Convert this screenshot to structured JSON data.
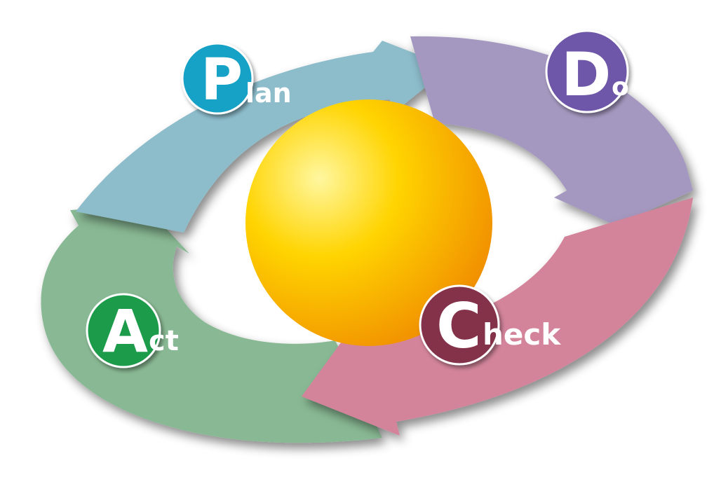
{
  "diagram": {
    "stages": [
      {
        "key": "plan",
        "initial": "P",
        "rest": "lan",
        "arrow_color": "#8dbccb",
        "badge_color": "#18a2c6"
      },
      {
        "key": "do",
        "initial": "D",
        "rest": "o",
        "arrow_color": "#a598c0",
        "badge_color": "#6e56a8"
      },
      {
        "key": "check",
        "initial": "C",
        "rest": "heck",
        "arrow_color": "#d3849a",
        "badge_color": "#843248"
      },
      {
        "key": "act",
        "initial": "A",
        "rest": "ct",
        "arrow_color": "#89b994",
        "badge_color": "#1d9b4c"
      }
    ],
    "center": {
      "icon": "sphere",
      "color_light": "#fff7a0",
      "color_mid": "#ffd400",
      "color_dark": "#f08a00"
    }
  }
}
